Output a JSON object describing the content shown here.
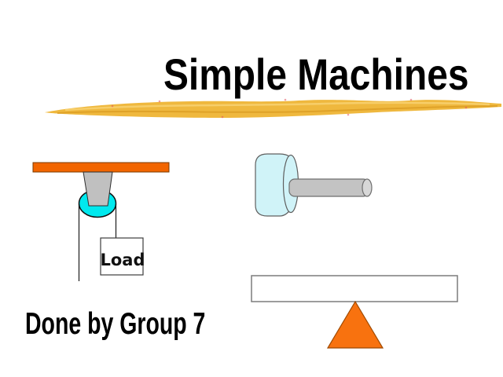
{
  "slide": {
    "title": "Simple Machines",
    "credit": "Done by Group 7",
    "pulley": {
      "load_label": "Load"
    },
    "diagrams": [
      "pulley-diagram",
      "wheel-and-axle-diagram",
      "lever-diagram"
    ]
  },
  "colors": {
    "background": "#FFFFFF",
    "text_black": "#000000",
    "bar_orange": "#F26500",
    "fulcrum_orange": "#F8720F",
    "pulley_cyan": "#00E9EE",
    "wedge_gray": "#C0C0C0",
    "wheel_pale_cyan": "#D0F3F8",
    "axle_gray": "#C3C3C3",
    "axle_cap_gray": "#D7D7D7",
    "rope_black": "#1C1C1C",
    "box_white": "#FFFFFF",
    "highlighter_gold": "#EFB83E",
    "highlighter_dark": "#D8981F",
    "highlighter_light": "#F7D06E",
    "speck_red": "#E4555E"
  }
}
